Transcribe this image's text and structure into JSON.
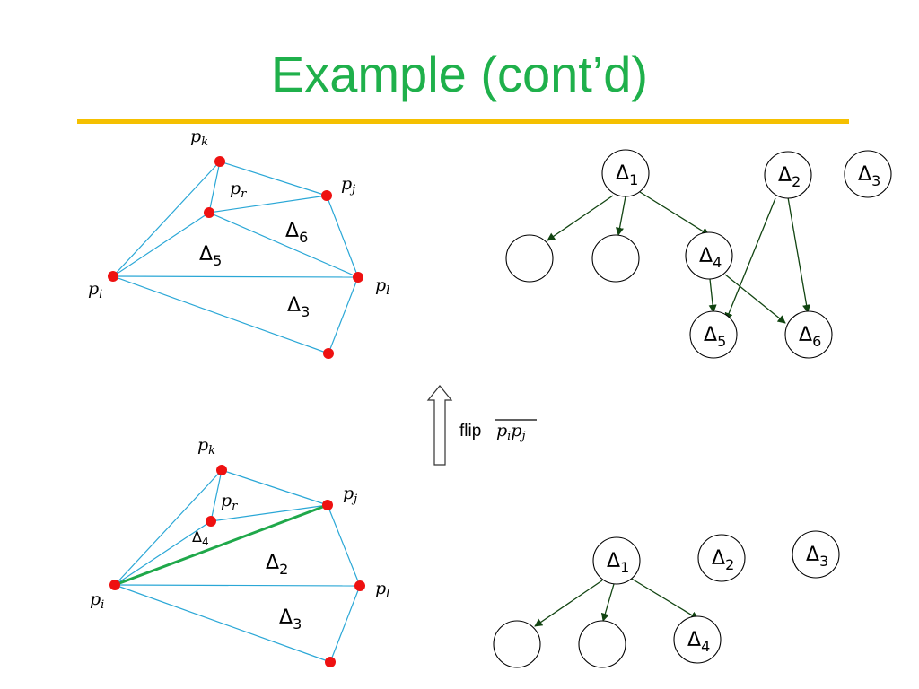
{
  "slide": {
    "title": "Example (cont’d)",
    "accent_color": "#1fb04b",
    "rule_color": "#f5c000"
  },
  "top_triangulation": {
    "points": [
      {
        "id": "pk",
        "label": "p",
        "sub": "k"
      },
      {
        "id": "pr",
        "label": "p",
        "sub": "r"
      },
      {
        "id": "pj",
        "label": "p",
        "sub": "j"
      },
      {
        "id": "pi",
        "label": "p",
        "sub": "i"
      },
      {
        "id": "pl",
        "label": "p",
        "sub": "l"
      }
    ],
    "triangles": [
      {
        "symbol": "Δ",
        "sub": "6"
      },
      {
        "symbol": "Δ",
        "sub": "5"
      },
      {
        "symbol": "Δ",
        "sub": "3"
      }
    ]
  },
  "bottom_triangulation": {
    "points": [
      {
        "id": "pk",
        "label": "p",
        "sub": "k"
      },
      {
        "id": "pr",
        "label": "p",
        "sub": "r"
      },
      {
        "id": "pj",
        "label": "p",
        "sub": "j"
      },
      {
        "id": "pi",
        "label": "p",
        "sub": "i"
      },
      {
        "id": "pl",
        "label": "p",
        "sub": "l"
      }
    ],
    "triangles": [
      {
        "symbol": "Δ",
        "sub": "4"
      },
      {
        "symbol": "Δ",
        "sub": "2"
      },
      {
        "symbol": "Δ",
        "sub": "3"
      }
    ]
  },
  "flip": {
    "text": "flip",
    "edge_p1": "p",
    "edge_s1": "i",
    "edge_p2": "p",
    "edge_s2": "j"
  },
  "top_dag": {
    "nodes": [
      {
        "symbol": "Δ",
        "sub": "1"
      },
      {
        "symbol": "Δ",
        "sub": "2"
      },
      {
        "symbol": "Δ",
        "sub": "3"
      },
      {
        "symbol": "Δ",
        "sub": "4"
      },
      {
        "symbol": "Δ",
        "sub": "5"
      },
      {
        "symbol": "Δ",
        "sub": "6"
      }
    ]
  },
  "bottom_dag": {
    "nodes": [
      {
        "symbol": "Δ",
        "sub": "1"
      },
      {
        "symbol": "Δ",
        "sub": "2"
      },
      {
        "symbol": "Δ",
        "sub": "3"
      },
      {
        "symbol": "Δ",
        "sub": "4"
      }
    ]
  }
}
